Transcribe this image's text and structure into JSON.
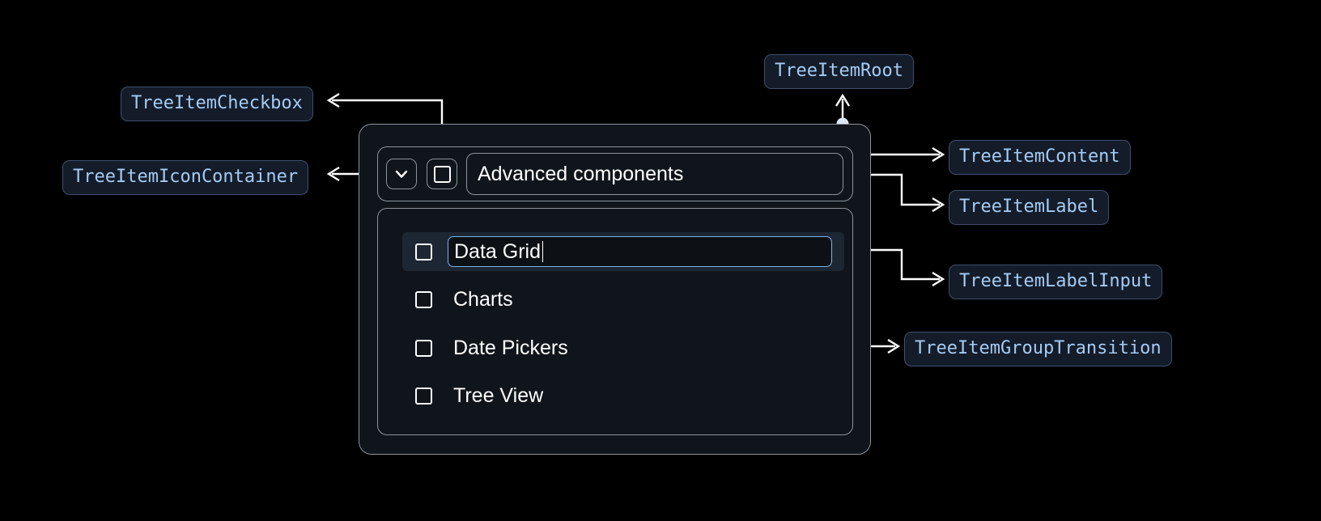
{
  "widget": {
    "root_item": {
      "expand_icon": "chevron-down-icon",
      "checkbox": "unchecked",
      "label": "Advanced components"
    },
    "children": [
      {
        "label": "Data Grid",
        "checkbox": "unchecked",
        "editing": true,
        "selected": true
      },
      {
        "label": "Charts",
        "checkbox": "unchecked",
        "editing": false,
        "selected": false
      },
      {
        "label": "Date Pickers",
        "checkbox": "unchecked",
        "editing": false,
        "selected": false
      },
      {
        "label": "Tree View",
        "checkbox": "unchecked",
        "editing": false,
        "selected": false
      }
    ]
  },
  "annotations": [
    {
      "id": "tree-item-checkbox",
      "text": "TreeItemCheckbox"
    },
    {
      "id": "tree-item-icon-container",
      "text": "TreeItemIconContainer"
    },
    {
      "id": "tree-item-root",
      "text": "TreeItemRoot"
    },
    {
      "id": "tree-item-content",
      "text": "TreeItemContent"
    },
    {
      "id": "tree-item-label",
      "text": "TreeItemLabel"
    },
    {
      "id": "tree-item-label-input",
      "text": "TreeItemLabelInput"
    },
    {
      "id": "tree-item-group-transition",
      "text": "TreeItemGroupTransition"
    }
  ],
  "colors": {
    "background": "#000000",
    "chip_fill": "#141c2a",
    "chip_border": "#3d4f6b",
    "chip_text": "#a5cbf2",
    "card_fill": "#10151b",
    "card_border": "#8d949c",
    "selected_row": "#1d2733",
    "input_border": "#77b4e8",
    "text": "#ffffff",
    "connector": "#ffffff"
  }
}
